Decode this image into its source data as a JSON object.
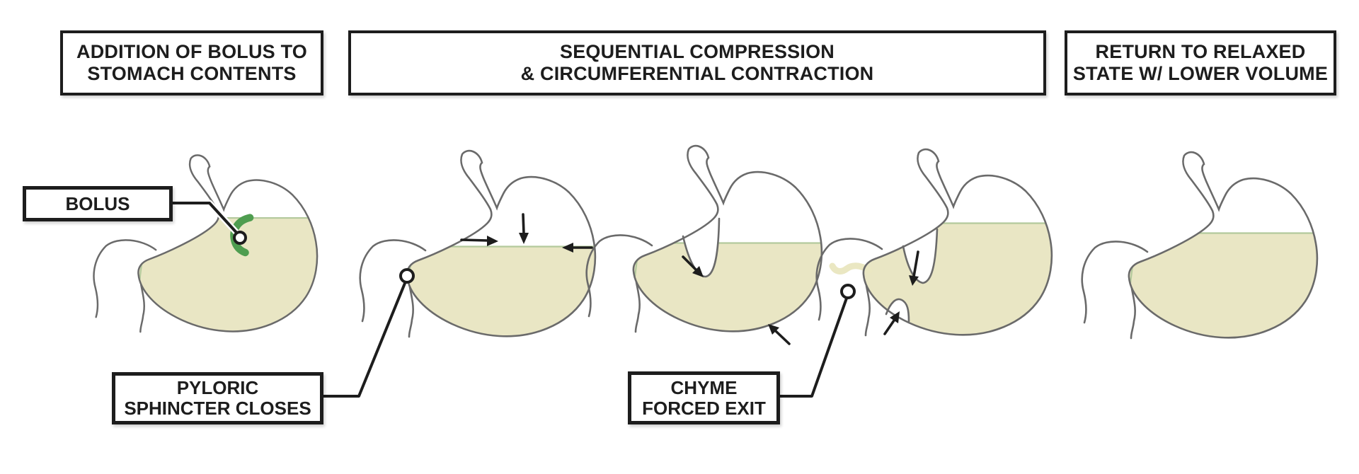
{
  "figure": {
    "headers": [
      {
        "label": "ADDITION OF BOLUS TO\nSTOMACH CONTENTS"
      },
      {
        "label": "SEQUENTIAL COMPRESSION\n& CIRCUMFERENTIAL CONTRACTION"
      },
      {
        "label": "RETURN TO RELAXED\nSTATE W/ LOWER VOLUME"
      }
    ],
    "callouts": [
      {
        "id": "bolus",
        "label": "BOLUS"
      },
      {
        "id": "pyloric-sphincter",
        "label": "PYLORIC\nSPHINCTER CLOSES"
      },
      {
        "id": "chyme",
        "label": "CHYME\nFORCED EXIT"
      }
    ],
    "stages": [
      {
        "order": 1,
        "depicts": "stomach with green bolus entering contents",
        "arrows": 0
      },
      {
        "order": 2,
        "depicts": "compression of upper stomach, pyloric sphincter closed",
        "arrows": 3
      },
      {
        "order": 3,
        "depicts": "circumferential contraction of mid body",
        "arrows": 2
      },
      {
        "order": 4,
        "depicts": "antral contraction forcing chyme out to duodenum",
        "arrows": 2
      },
      {
        "order": 5,
        "depicts": "relaxed stomach with lower fluid volume",
        "arrows": 0
      }
    ]
  },
  "colors": {
    "bg": "#ffffff",
    "ink": "#1d1d1d",
    "outline": "#6a6a6a",
    "fluid": "#e9e6c4",
    "surface": "#b3c99c",
    "bolus": "#4f9d50",
    "chyme": "#eae7c2"
  }
}
